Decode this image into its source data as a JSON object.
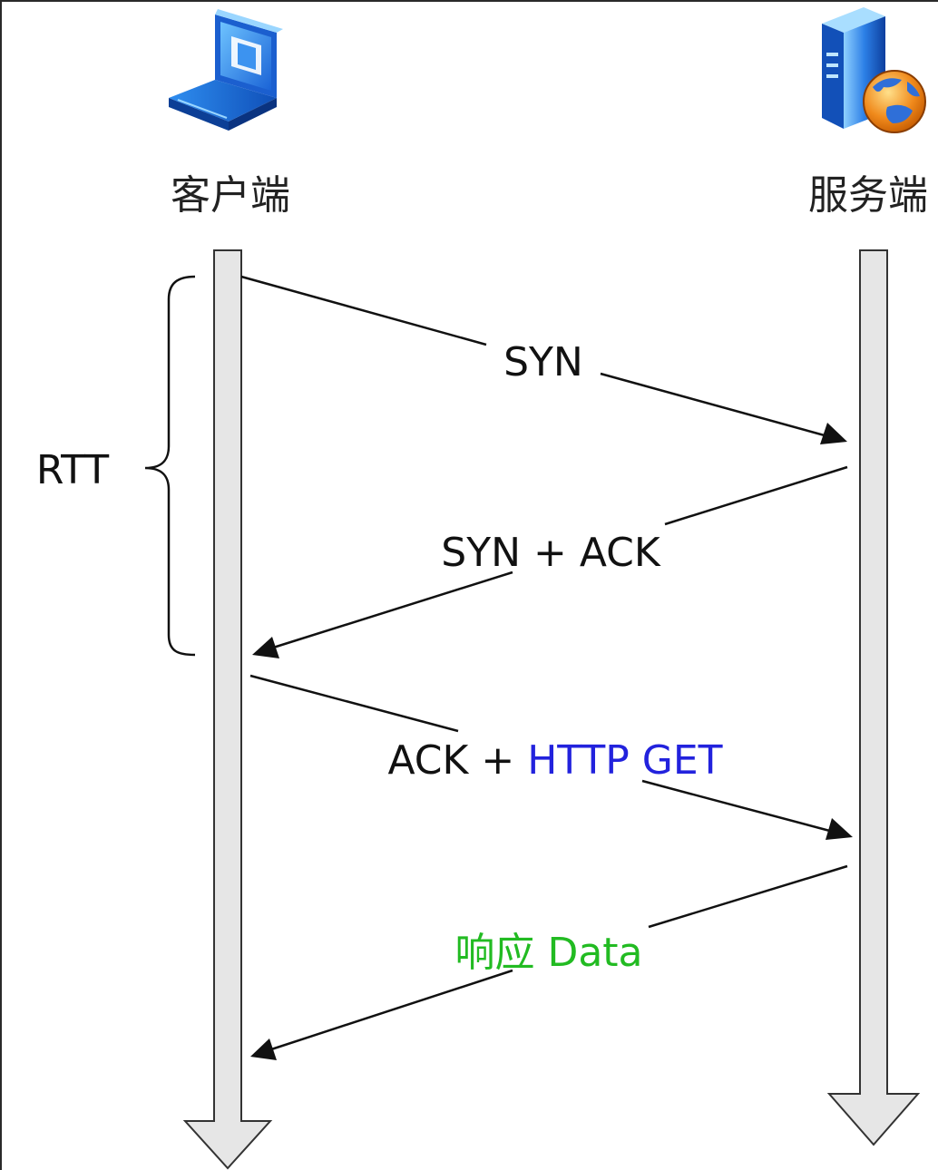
{
  "participants": {
    "client": {
      "label": "客户端",
      "icon": "laptop-icon"
    },
    "server": {
      "label": "服务端",
      "icon": "server-globe-icon"
    }
  },
  "rtt_label": "RTT",
  "messages": [
    {
      "id": "syn",
      "direction": "client-to-server",
      "parts": [
        {
          "text": "SYN",
          "color": "#111111"
        }
      ]
    },
    {
      "id": "syn-ack",
      "direction": "server-to-client",
      "parts": [
        {
          "text": "SYN + ACK",
          "color": "#111111"
        }
      ]
    },
    {
      "id": "ack-http-get",
      "direction": "client-to-server",
      "parts": [
        {
          "text": "ACK + ",
          "color": "#111111"
        },
        {
          "text": "HTTP GET",
          "color": "#2222dd"
        }
      ]
    },
    {
      "id": "response-data",
      "direction": "server-to-client",
      "parts": [
        {
          "text": "响应 Data",
          "color": "#22bb22"
        }
      ]
    }
  ],
  "colors": {
    "lifeline_fill": "#e6e6e6",
    "lifeline_stroke": "#333333",
    "arrow": "#111111",
    "http_get": "#2222dd",
    "response": "#22bb22"
  }
}
